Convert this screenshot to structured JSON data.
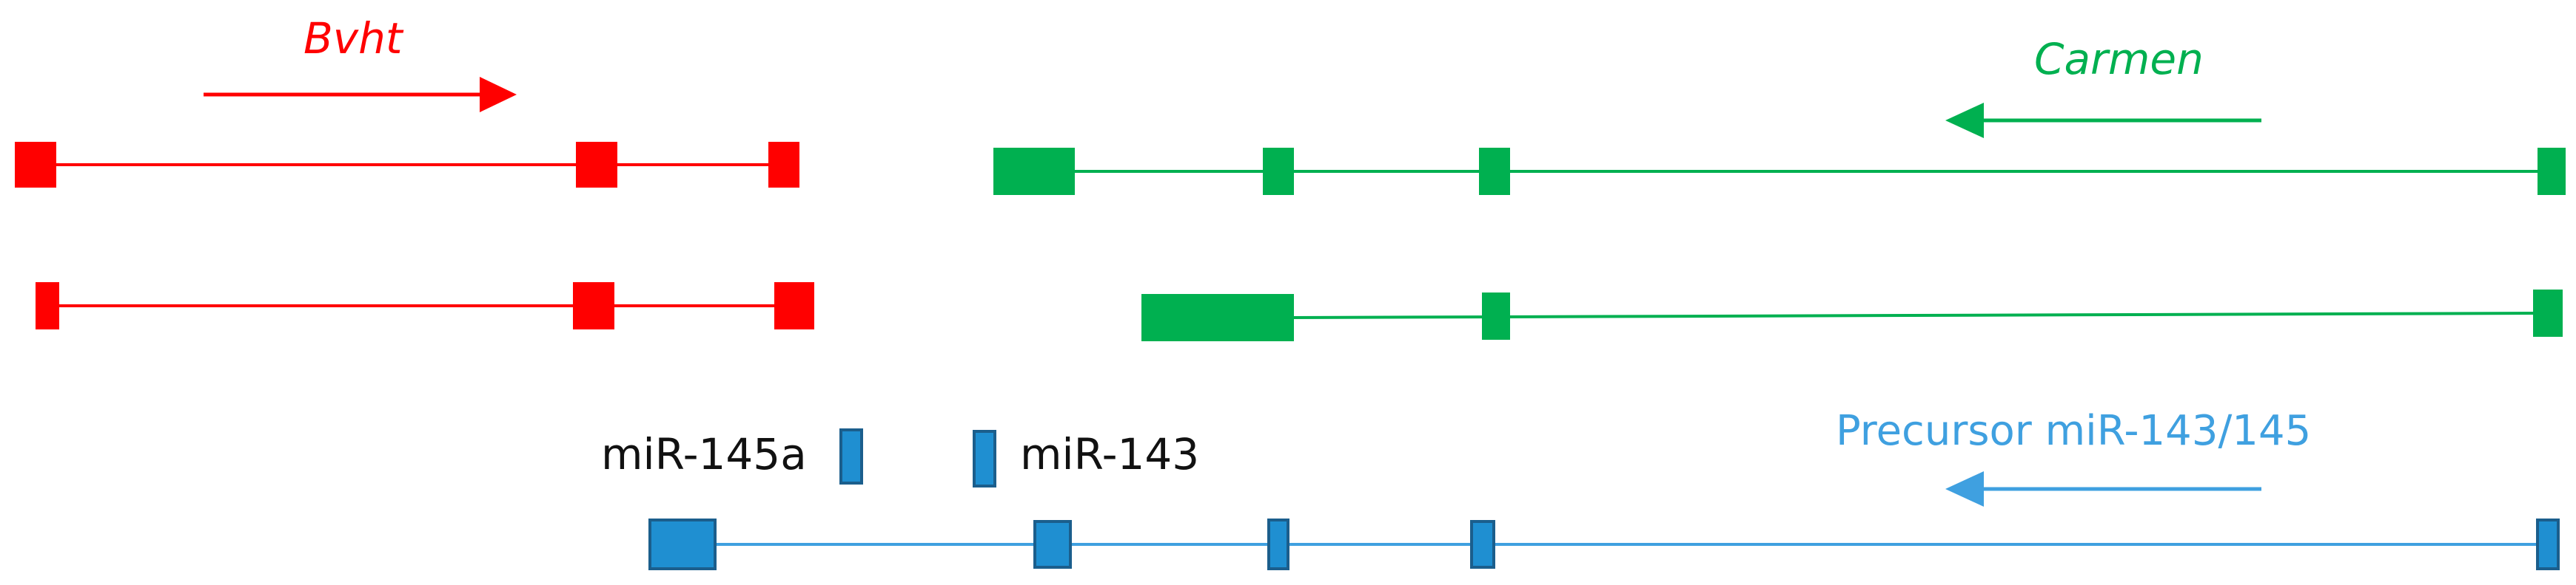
{
  "colors": {
    "bvht": "#ff0000",
    "carmen": "#00b050",
    "precursor_fill": "#1f8fd1",
    "precursor_stroke": "#1b5e8c",
    "precursor_line": "#3fa0e0",
    "mirna_text": "#111111"
  },
  "genes": {
    "bvht": {
      "label": "Bvht",
      "direction": "right"
    },
    "carmen": {
      "label": "Carmen",
      "direction": "left"
    },
    "precursor": {
      "label": "Precursor miR-143/145",
      "direction": "left"
    }
  },
  "mirnas": {
    "mir145a": {
      "label": "miR-145a"
    },
    "mir143": {
      "label": "miR-143"
    }
  }
}
